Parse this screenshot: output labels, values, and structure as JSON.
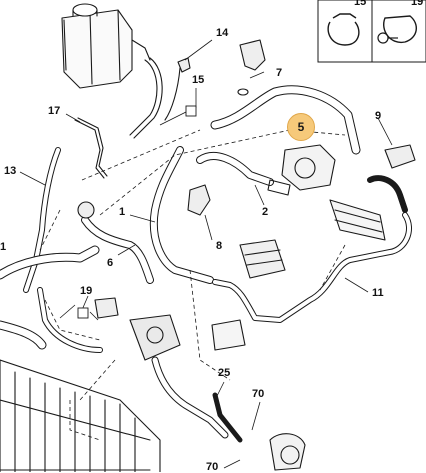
{
  "labels": {
    "l1": "1",
    "l2": "2",
    "l5": "5",
    "l6": "6",
    "l7": "7",
    "l8": "8",
    "l9": "9",
    "l11": "11",
    "l13": "13",
    "l14": "14",
    "l15a": "15",
    "l15b": "15",
    "l17": "17",
    "l19a": "19",
    "l19b": "19",
    "l25": "25",
    "l70a": "70",
    "l70b": "70",
    "l1edge": "1"
  },
  "colors": {
    "line": "#1a1a1a",
    "highlight_fill": "#f6c97a",
    "highlight_border": "#e0a74a"
  },
  "icons": {
    "clip": "hose-clip-icon",
    "bracket": "mounting-bracket-icon"
  }
}
